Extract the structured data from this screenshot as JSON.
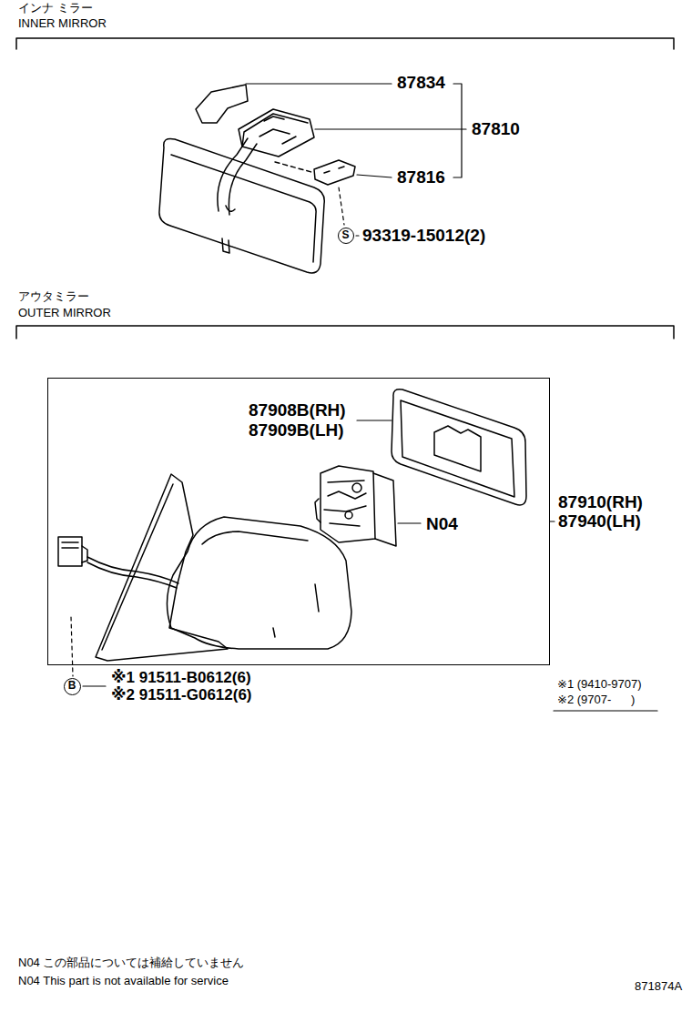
{
  "diagram": {
    "nodes": [
      {
        "text": [
          "87908B(RH)",
          "87909B(LH)",
          "N04"
        ]
      },
      {
        "text": [
          "S"
        ]
      },
      {
        "text": [
          "B"
        ]
      }
    ],
    "labels": [
      "インナ ミラー",
      "INNER MIRROR",
      "87834",
      "87810",
      "87816",
      "93319-15012(2)",
      "アウタミラー",
      "OUTER MIRROR",
      "87910(RH)",
      "87940(LH)",
      "※1 91511-B0612(6)",
      "※2 91511-G0612(6)",
      "※1 (9410-9707)",
      "※2 (9707-      )",
      "N04 この部品については補給していません",
      "N04 This part is not available for service",
      "871874A"
    ]
  }
}
